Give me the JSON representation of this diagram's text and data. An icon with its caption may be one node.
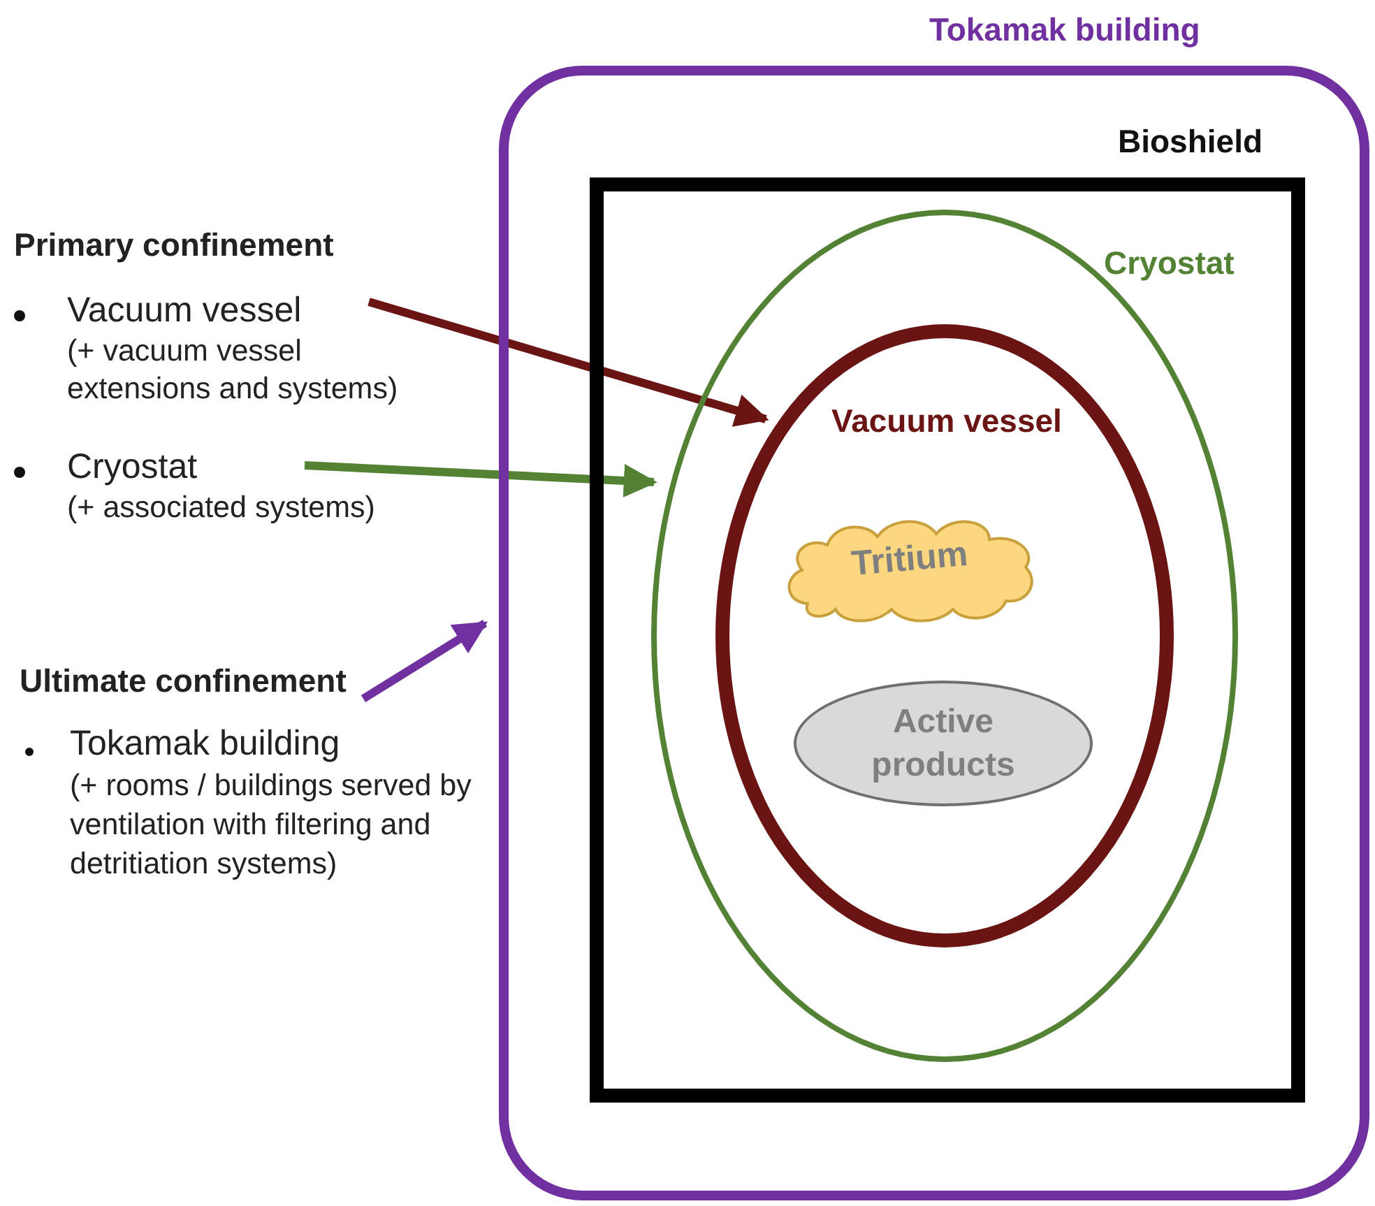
{
  "diagram": {
    "nodes": [
      {
        "text": [
          "Tokamak building"
        ]
      },
      {
        "text": [
          "Bioshield"
        ],
        "in": 0
      },
      {
        "text": [
          "Cryostat"
        ],
        "in": 1
      },
      {
        "text": [
          "Vacuum vessel"
        ],
        "in": 2
      },
      {
        "text": [
          "Tritium"
        ],
        "in": 3
      },
      {
        "text": [
          "Active products"
        ],
        "in": 3
      },
      {
        "text": [
          "Vacuum vessel",
          "(+ vacuum vessel extensions and systems)"
        ]
      },
      {
        "text": [
          "Cryostat",
          "(+ associated systems)"
        ]
      },
      {
        "text": [
          "Ultimate confinement"
        ]
      }
    ],
    "edges": [
      {
        "from": 6,
        "to": 3,
        "arrow": "to",
        "color": "#6b1414"
      },
      {
        "from": 7,
        "to": 2,
        "arrow": "to",
        "color": "#548235"
      },
      {
        "from": 8,
        "to": 0,
        "arrow": "to",
        "color": "#7030a0"
      }
    ],
    "labels": [
      "Primary confinement",
      "Tokamak building",
      "(+ rooms / buildings served by ventilation with filtering and detritiation systems)"
    ]
  }
}
